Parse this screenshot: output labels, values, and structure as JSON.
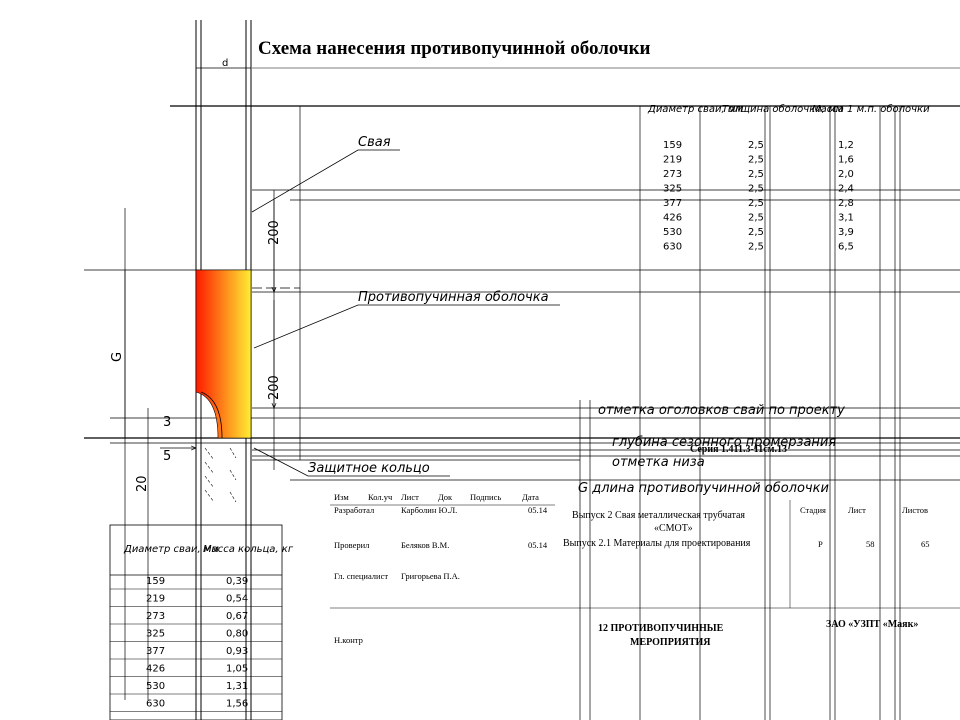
{
  "title": "Схема нанесения противопучинной оболочки",
  "colors": {
    "coating_start": "#ff0000",
    "coating_end": "#ffff40",
    "line": "#000000"
  },
  "leaders": {
    "pile": "Свая",
    "coating": "Противопучинная оболочка",
    "ring": "Защитное кольцо",
    "mark_head": "отметка оголовков свай по проекту",
    "freeze_depth": "глубина сезонного промерзания",
    "mark_fill": "отметка низа",
    "g_length": "G  длина противопучинной оболочки"
  },
  "dimensions": {
    "d": "d",
    "g": "G",
    "d200_top": "200",
    "d200_mid": "200",
    "d3": "3",
    "d5": "5",
    "d20": "20"
  },
  "coating_table": {
    "headers": [
      "Диаметр сваи, мм",
      "Толщина оболочки, мм",
      "Масса 1 м.п. оболочки"
    ],
    "rows": [
      [
        "159",
        "2,5",
        "1,2"
      ],
      [
        "219",
        "2,5",
        "1,6"
      ],
      [
        "273",
        "2,5",
        "2,0"
      ],
      [
        "325",
        "2,5",
        "2,4"
      ],
      [
        "377",
        "2,5",
        "2,8"
      ],
      [
        "426",
        "2,5",
        "3,1"
      ],
      [
        "530",
        "2,5",
        "3,9"
      ],
      [
        "630",
        "2,5",
        "6,5"
      ]
    ]
  },
  "ring_table": {
    "headers": [
      "Диаметр сваи, мм",
      "Масса кольца, кг"
    ],
    "rows": [
      [
        "159",
        "0,39"
      ],
      [
        "219",
        "0,54"
      ],
      [
        "273",
        "0,67"
      ],
      [
        "325",
        "0,80"
      ],
      [
        "377",
        "0,93"
      ],
      [
        "426",
        "1,05"
      ],
      [
        "530",
        "1,31"
      ],
      [
        "630",
        "1,56"
      ]
    ]
  },
  "title_block": {
    "series": "Серия 1.411.3-11см.13",
    "col_headers": [
      "Изм",
      "Кол.уч",
      "Лист",
      "Док",
      "Подпись",
      "Дата"
    ],
    "roles": [
      {
        "role": "Разработал",
        "name": "Карболин Ю.Л.",
        "date": "05.14"
      },
      {
        "role": "Проверил",
        "name": "Беляков В.М.",
        "date": "05.14"
      },
      {
        "role": "Гл. специалист",
        "name": "Григорьева П.А.",
        "date": ""
      },
      {
        "role": "Н.контр",
        "name": "",
        "date": ""
      }
    ],
    "issue_1": "Выпуск 2 Свая металлическая трубчатая «СМОТ»",
    "issue_2": "Выпуск 2.1 Материалы для проектирования",
    "stage_label": "Стадия",
    "sheet_label": "Лист",
    "sheets_label": "Листов",
    "stage": "Р",
    "sheet": "58",
    "sheets": "65",
    "section": "12 ПРОТИВОПУЧИННЫЕ МЕРОПРИЯТИЯ",
    "company": "ЗАО «УЗПТ «Маяк»"
  }
}
